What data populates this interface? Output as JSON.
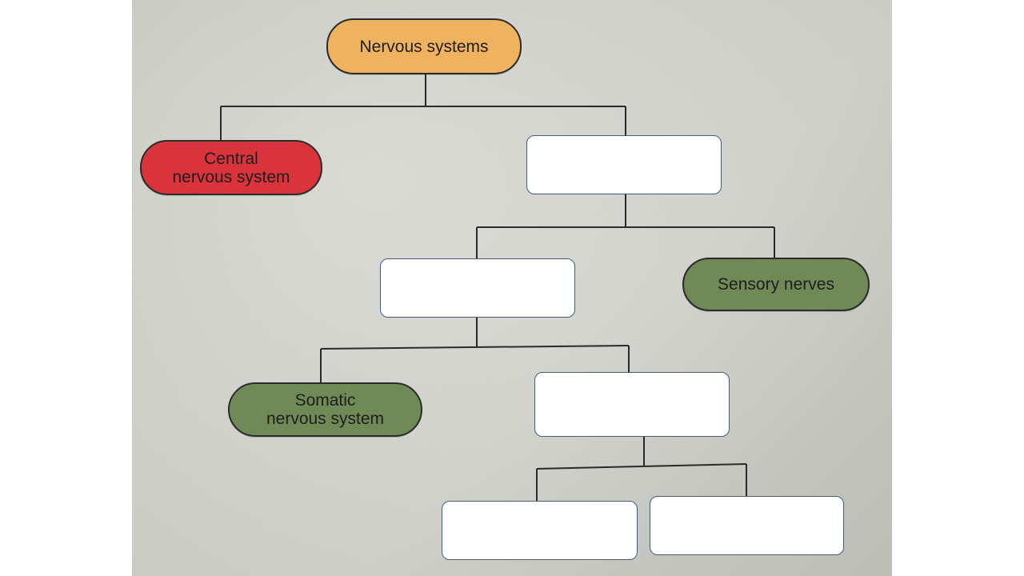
{
  "diagram": {
    "root": {
      "label": "Nervous systems",
      "color": "#efb25e"
    },
    "central": {
      "label": "Central\nnervous system",
      "color": "#d9333b"
    },
    "sensory": {
      "label": "Sensory nerves",
      "color": "#6f8a57"
    },
    "somatic": {
      "label": "Somatic\nnervous system",
      "color": "#6f8a57"
    },
    "blank_boxes": [
      "",
      "",
      "",
      "",
      ""
    ]
  }
}
